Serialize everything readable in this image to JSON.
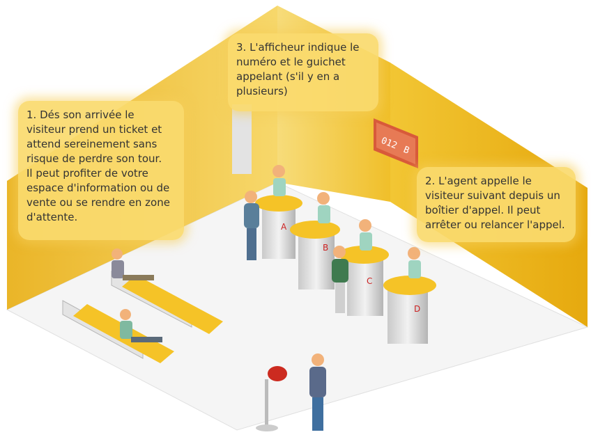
{
  "callouts": {
    "step1_line1": "1. Dés son arrivée le visiteur prend un ticket et attend sereinement sans risque de perdre son tour.",
    "step1_line2": "Il peut profiter  de votre espace d'information ou de vente ou se rendre en zone d'attente.",
    "step2": "2. L'agent appelle le visiteur suivant depuis un boîtier d'appel. Il peut arrêter ou relancer l'appel.",
    "step3": "3. L'afficheur indique le numéro et le guichet appelant (s'il y en a plusieurs)"
  },
  "display_board": {
    "number": "012",
    "counter": "B"
  },
  "counters": [
    "A",
    "B",
    "C",
    "D"
  ],
  "colors": {
    "wall": "#f3c431",
    "floor": "#f4f4f4",
    "counter_top": "#f5c327",
    "shirt": "#9fd4c0",
    "text_red": "#cc2222"
  }
}
